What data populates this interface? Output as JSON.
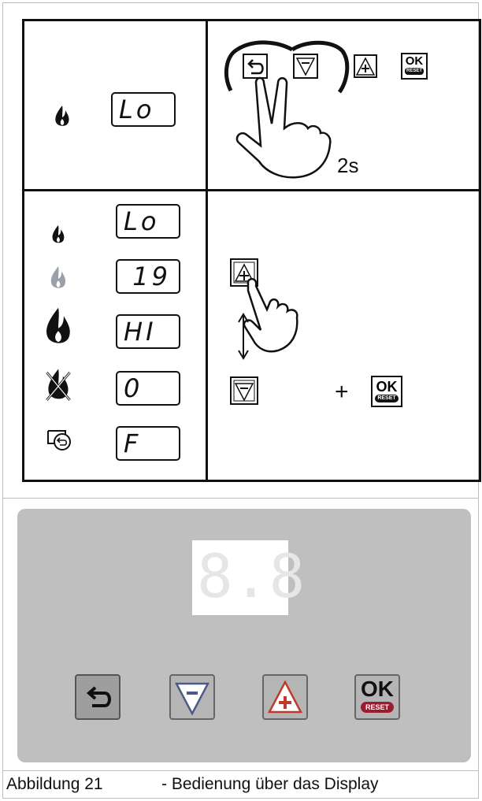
{
  "upper_left_display": "Lo",
  "top_right": {
    "hold_time": "2s"
  },
  "settings_rows": [
    {
      "icon": "small-flame-icon",
      "display": "Lo"
    },
    {
      "icon": "medium-flame-icon",
      "display": "19"
    },
    {
      "icon": "large-flame-icon",
      "display": "HI"
    },
    {
      "icon": "flame-off-icon",
      "display": "0"
    },
    {
      "icon": "back-icon",
      "display": "F"
    }
  ],
  "plus_sign": "+",
  "keys": {
    "ok": "OK",
    "reset": "RESET"
  },
  "control_panel": {
    "display_value": "8.8"
  },
  "caption": {
    "figure": "Abbildung 21",
    "text": "- Bedienung über das Display"
  },
  "colors": {
    "panel": "#bfbfbf",
    "button_gray": "#9e9e9e",
    "plus_red": "#c0392b",
    "minus_blue": "#4a5a8a",
    "reset_red": "#9c1c2f"
  }
}
